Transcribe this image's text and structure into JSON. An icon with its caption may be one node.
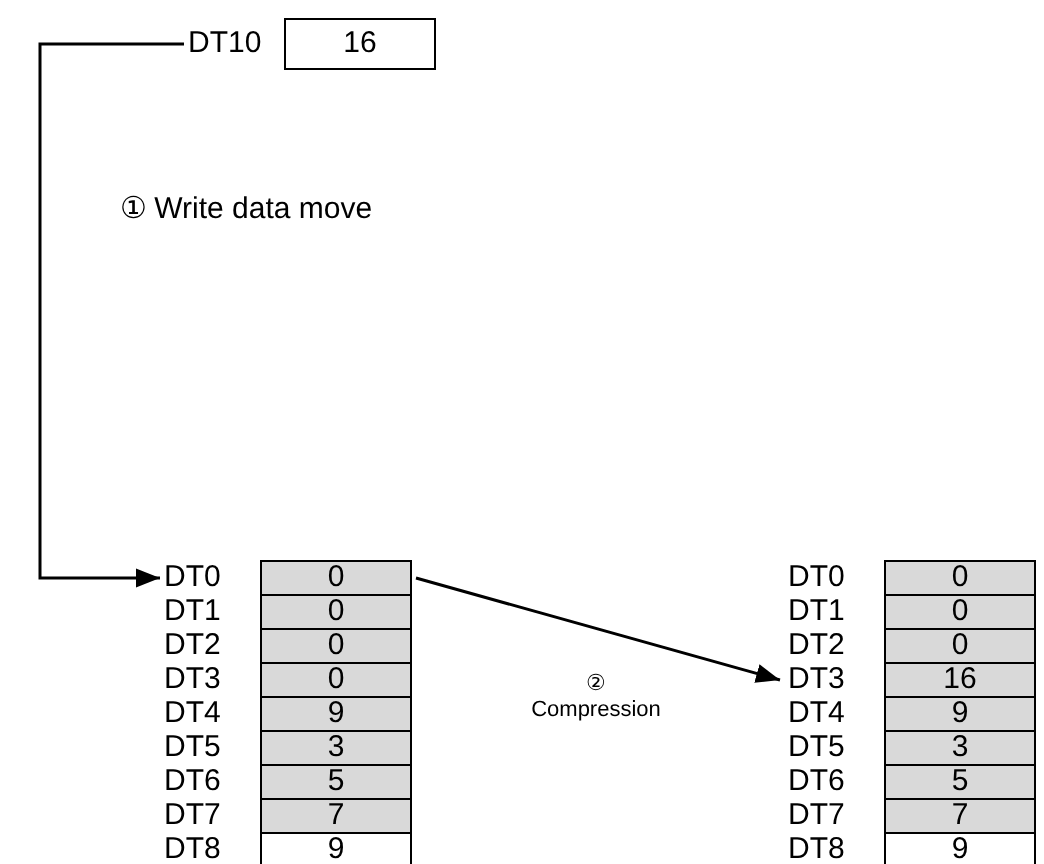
{
  "diagram": {
    "nodes": [
      {
        "text": [
          "16"
        ],
        "beside": [
          "DT10"
        ]
      },
      {
        "text": [
          "0"
        ],
        "beside": [
          "DT0"
        ]
      },
      {
        "text": [
          "0"
        ],
        "beside": [
          "DT1"
        ]
      },
      {
        "text": [
          "0"
        ],
        "beside": [
          "DT2"
        ]
      },
      {
        "text": [
          "0"
        ],
        "beside": [
          "DT3"
        ]
      },
      {
        "text": [
          "9"
        ],
        "beside": [
          "DT4"
        ]
      },
      {
        "text": [
          "3"
        ],
        "beside": [
          "DT5"
        ]
      },
      {
        "text": [
          "5"
        ],
        "beside": [
          "DT6"
        ]
      },
      {
        "text": [
          "7"
        ],
        "beside": [
          "DT7"
        ]
      },
      {
        "text": [
          "9"
        ],
        "beside": [
          "DT8"
        ]
      },
      {
        "text": [
          "0"
        ],
        "beside": [
          "DT0"
        ]
      },
      {
        "text": [
          "0"
        ],
        "beside": [
          "DT1"
        ]
      },
      {
        "text": [
          "0"
        ],
        "beside": [
          "DT2"
        ]
      },
      {
        "text": [
          "16"
        ],
        "beside": [
          "DT3"
        ]
      },
      {
        "text": [
          "9"
        ],
        "beside": [
          "DT4"
        ]
      },
      {
        "text": [
          "3"
        ],
        "beside": [
          "DT5"
        ]
      },
      {
        "text": [
          "5"
        ],
        "beside": [
          "DT6"
        ]
      },
      {
        "text": [
          "7"
        ],
        "beside": [
          "DT7"
        ]
      },
      {
        "text": [
          "9"
        ],
        "beside": [
          "DT8"
        ]
      }
    ],
    "edges": [
      {
        "from": 0,
        "to": 1,
        "arrow": "to"
      },
      {
        "from": 1,
        "to": 13,
        "arrow": "to",
        "label": "② Compression"
      }
    ],
    "labels": [
      "① Write data move"
    ]
  }
}
